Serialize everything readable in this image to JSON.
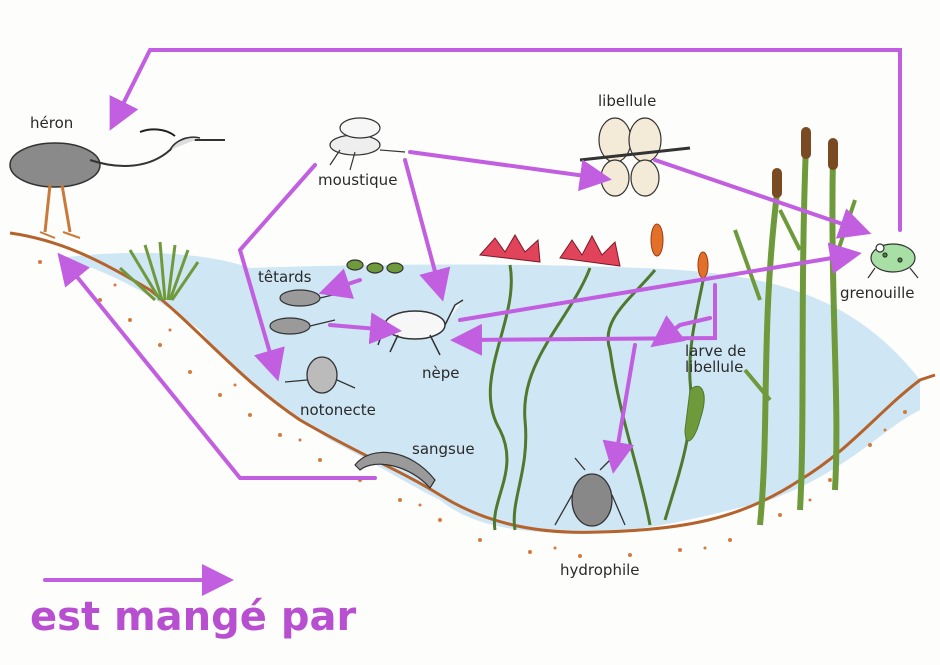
{
  "diagram": {
    "labels": {
      "heron": "héron",
      "moustique": "moustique",
      "libellule": "libellule",
      "tetards": "têtards",
      "nepe": "nèpe",
      "notonecte": "notonecte",
      "sangsue": "sangsue",
      "larve_line1": "larve de",
      "larve_line2": "libellule",
      "grenouille": "grenouille",
      "hydrophile": "hydrophile"
    },
    "legend": {
      "text": "est mangé par"
    },
    "colors": {
      "arrow": "#c25ee0",
      "water": "#cfe6f4",
      "bank": "#b5632d",
      "plants": "#6f9a3b",
      "flowers": "#e0435a"
    }
  }
}
